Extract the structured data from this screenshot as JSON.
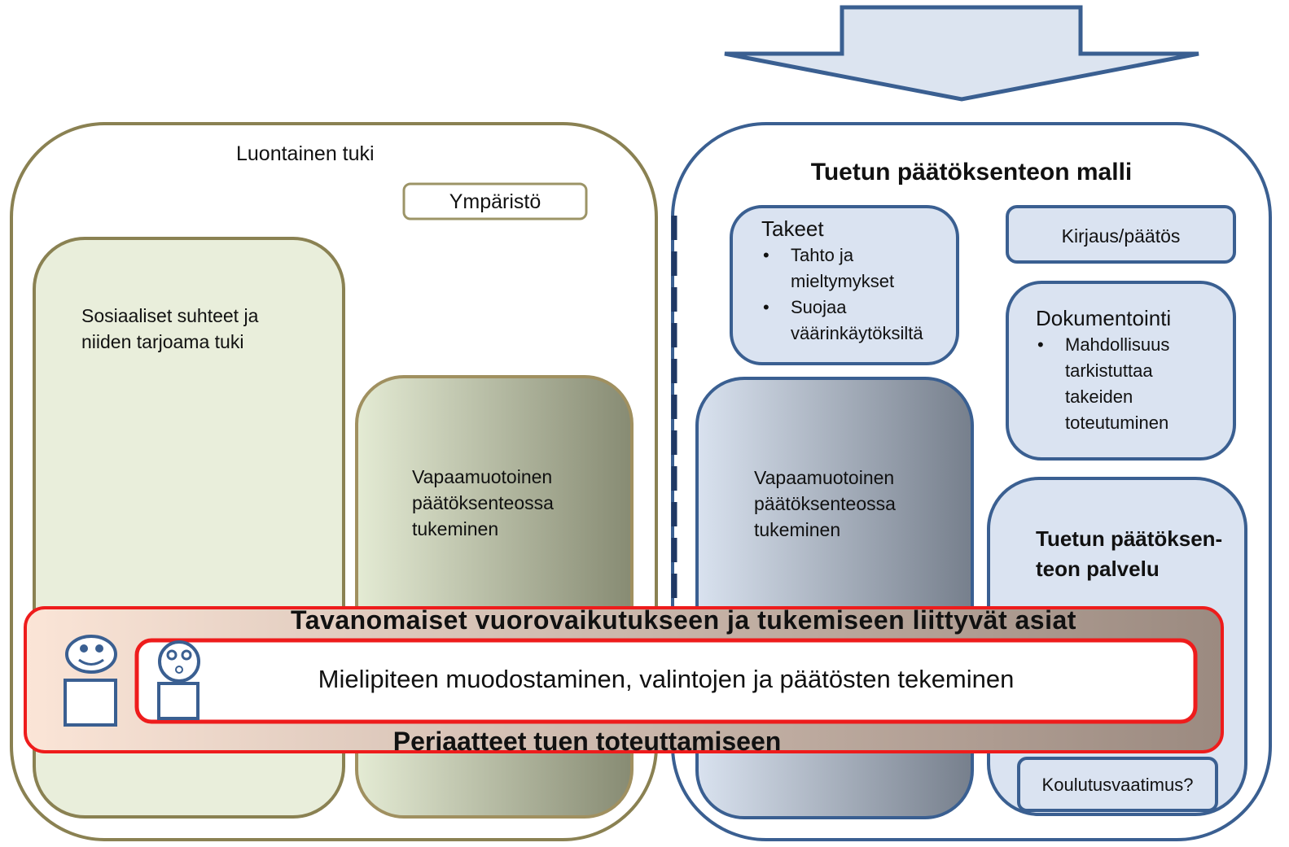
{
  "left_panel": {
    "title": "Luontainen tuki",
    "environment_label": "Ympäristö",
    "social_relations": "Sosiaaliset suhteet ja niiden tarjoama tuki",
    "informal_support": "Vapaamuotoinen päätöksenteossa tukeminen"
  },
  "right_panel": {
    "title": "Tuetun päätöksenteon malli",
    "guarantees": {
      "title": "Takeet",
      "items": [
        "Tahto ja mieltymykset",
        "Suojaa väärinkäytöksiltä"
      ]
    },
    "record_decision": "Kirjaus/päätös",
    "documentation": {
      "title": "Dokumentointi",
      "items": [
        "Mahdollisuus tarkistuttaa takeiden toteutuminen"
      ]
    },
    "informal_support": "Vapaamuotoinen päätöksenteossa tukeminen",
    "service": "Tuetun päätöksen-teon palvelu",
    "training": "Koulutusvaatimus?"
  },
  "band": {
    "top_label": "Tavanomaiset vuorovaikutukseen ja tukemiseen liittyvät asiat",
    "center_label": "Mielipiteen muodostaminen, valintojen ja päätösten tekeminen",
    "bottom_label": "Periaatteet tuen toteuttamiseen"
  },
  "icons": [
    "arrow-down-icon",
    "supporter-person-icon",
    "decision-maker-person-icon"
  ],
  "colors": {
    "olive_border": "#8a8152",
    "olive_fill": "#e9eedb",
    "blue_border": "#3a5f91",
    "blue_fill": "#dae3f1",
    "red_border": "#ee1c1c"
  }
}
